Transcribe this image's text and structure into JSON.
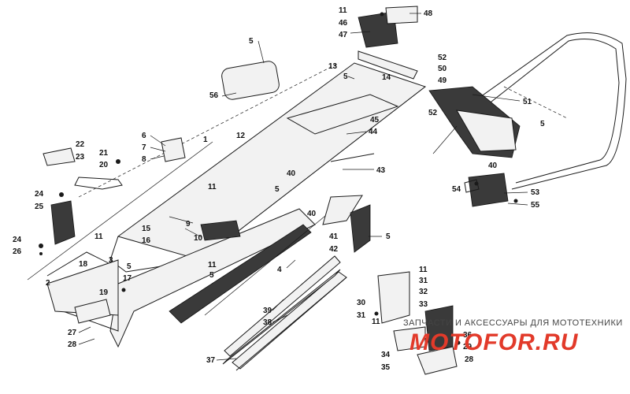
{
  "callouts": [
    "1",
    "2",
    "3",
    "4",
    "5",
    "6",
    "7",
    "8",
    "9",
    "10",
    "11",
    "12",
    "13",
    "14",
    "15",
    "16",
    "17",
    "18",
    "19",
    "20",
    "21",
    "22",
    "23",
    "24",
    "25",
    "26",
    "27",
    "28",
    "29",
    "30",
    "31",
    "32",
    "33",
    "34",
    "35",
    "36",
    "37",
    "38",
    "39",
    "40",
    "41",
    "42",
    "43",
    "44",
    "45",
    "46",
    "47",
    "48",
    "49",
    "50",
    "51",
    "52",
    "53",
    "54",
    "55",
    "56"
  ],
  "watermark": {
    "text": "ЗАПЧАСТИ И АКСЕССУАРЫ ДЛЯ МОТОТЕХНИКИ",
    "logo": "MOTOFOR.RU"
  }
}
